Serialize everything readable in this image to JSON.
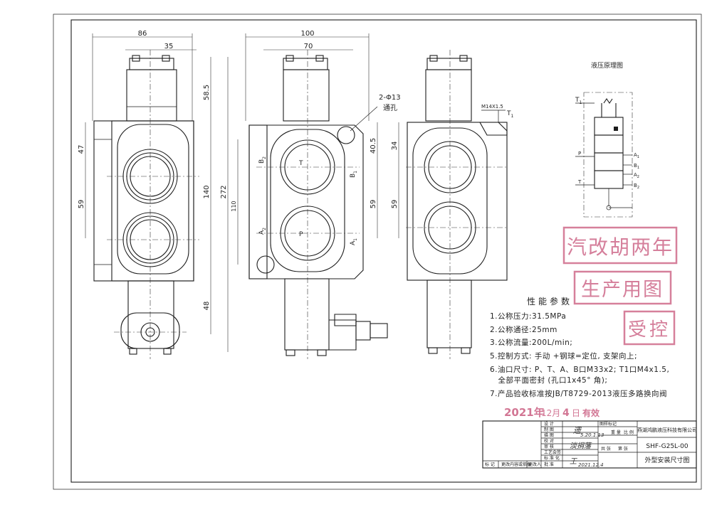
{
  "drawing": {
    "front_view": {
      "dims": {
        "top_width": "86",
        "inner_width": "35",
        "h_top": "58.5",
        "h_47": "47",
        "h_59": "59",
        "h_140": "140",
        "h_272": "272",
        "h_48": "48"
      }
    },
    "side_view": {
      "dims": {
        "width_100": "100",
        "width_70": "70",
        "h_40_5": "40.5",
        "h_59": "59",
        "h_110": "110"
      },
      "hole_note_line1": "2-Φ13",
      "hole_note_line2": "通孔",
      "ports": {
        "T": "T",
        "P": "P",
        "B2": "B",
        "B2_sub": "2",
        "B1": "B",
        "B1_sub": "1",
        "A2": "A",
        "A2_sub": "2",
        "A1": "A",
        "A1_sub": "1"
      }
    },
    "right_view": {
      "dims": {
        "h_34": "34",
        "h_59": "59"
      },
      "thread_note": "M14X1.5",
      "t1_label": "T",
      "t1_sub": "1"
    },
    "schematic": {
      "title": "液压原理图",
      "labels": {
        "T1": "T",
        "T1_sub": "1",
        "P": "P",
        "T": "T",
        "A1": "A",
        "A1_sub": "1",
        "B1": "B",
        "B1_sub": "1",
        "A2": "A",
        "A2_sub": "2",
        "B2": "B",
        "B2_sub": "2"
      }
    }
  },
  "stamps": {
    "line1": "汽改胡两年",
    "line2": "生产用图",
    "line3": "受控"
  },
  "specs": {
    "title": "性能参数",
    "items": [
      "1.公称压力:31.5MPa",
      "2.公称通径:25mm",
      "3.公称流量:200L/min;",
      "5.控制方式: 手动 +钢球=定位,  支架向上;",
      "6.油口尺寸: P、T、A、B口M33x2; T1口M4x1.5,",
      "   全部平面密封 (孔口1x45° 角);",
      "7.产品验收标准按JB/T8729-2013液压多路换向阀"
    ]
  },
  "date_stamp": {
    "year": "2021年",
    "month": "12月",
    "day": "4",
    "day_suffix": "日",
    "note": "有效"
  },
  "title_block": {
    "rows": [
      "设 计",
      "制 图",
      "描 图",
      "校 对",
      "审 核",
      "工艺会签",
      "标 准 化",
      "批 准"
    ],
    "company": "燕湖鸿鹏液压科技有限公司",
    "drawing_no": "SHF-G25L-00",
    "drawing_name": "外型安装尺寸图",
    "headers": [
      "图样标记",
      "重 量",
      "比 例"
    ],
    "sheet_info": [
      "共  张",
      "第  张"
    ],
    "bottom_row": [
      "标 记",
      "更改内容或依据",
      "更改人",
      "日 期"
    ],
    "signatures": [
      "遗",
      "5.20.1.13",
      "淡捐藩",
      "王",
      "2021.12.4"
    ]
  }
}
